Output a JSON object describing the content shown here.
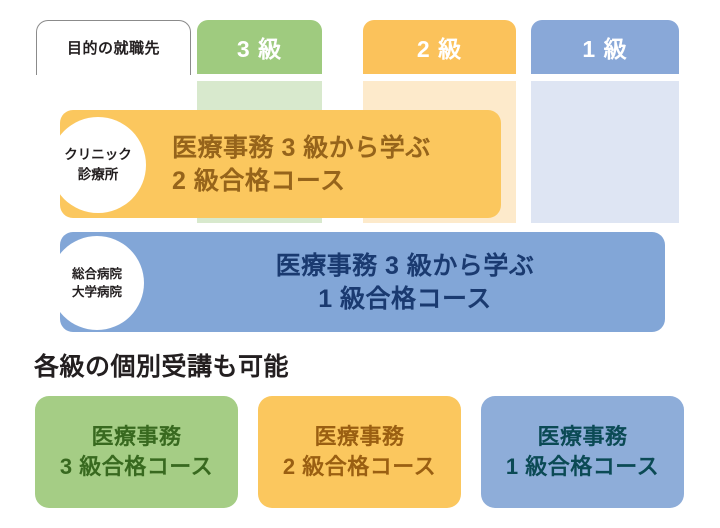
{
  "matrix": {
    "row_header_label": "目的の就職先",
    "grade_columns": [
      {
        "label": "3 級",
        "color": "#9fcb7f",
        "tint": "#d8e9cd"
      },
      {
        "label": "2 級",
        "color": "#fbc25b",
        "tint": "#fdeacb"
      },
      {
        "label": "1 級",
        "color": "#89a8d8",
        "tint": "#dee5f3"
      }
    ],
    "rows": [
      {
        "badge_label": "クリニック\n診療所",
        "course_title": "医療事務 3 級から学ぶ\n2 級合格コース",
        "bar_color": "#fbc75e",
        "text_color": "#96641b"
      },
      {
        "badge_label": "総合病院\n大学病院",
        "course_title": "医療事務 3 級から学ぶ\n1 級合格コース",
        "bar_color": "#82a6d7",
        "text_color": "#1a3a70"
      }
    ]
  },
  "individual_section": {
    "heading": "各級の個別受講も可能",
    "cards": [
      {
        "title": "医療事務\n3 級合格コース",
        "bg": "#a5cd85",
        "fg": "#38691f"
      },
      {
        "title": "医療事務\n2 級合格コース",
        "bg": "#fbc75e",
        "fg": "#9a5f12"
      },
      {
        "title": "医療事務\n1 級合格コース",
        "bg": "#8eadd9",
        "fg": "#0b4a55"
      }
    ]
  }
}
